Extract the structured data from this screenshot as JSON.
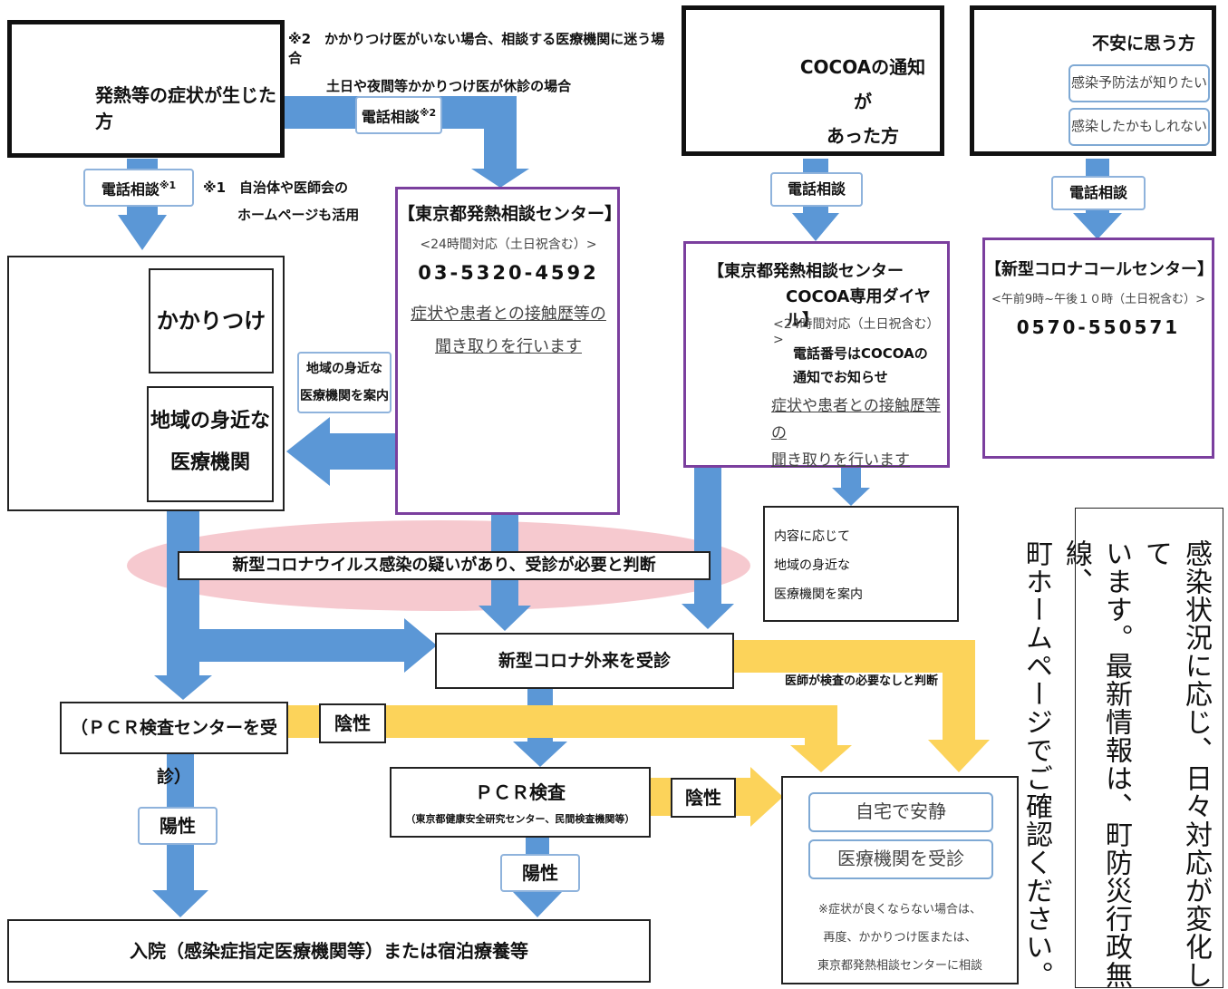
{
  "colors": {
    "blue_arrow": "#5b97d6",
    "yellow_arrow": "#fcd35a",
    "purple": "#7b3f9e",
    "pink_ellipse": "#f6c9cf"
  },
  "icons": {
    "sick_person": "sick-person-illustration",
    "clinic": "clinic-doctor-illustration",
    "operator": "call-operator-illustration",
    "phone_user": "phone-user-illustration",
    "worried": "worried-person-illustration",
    "hospital": "hospital-building-illustration",
    "headset": "headset-operator-illustration"
  },
  "note2": {
    "mark": "※2",
    "line1": "かかりつけ医がいない場合、相談する医療機関に迷う場合",
    "line2": "土日や夜間等かかりつけ医が休診の場合"
  },
  "note1": {
    "mark": "※1",
    "line1": "自治体や医師会の",
    "line2": "ホームページも活用"
  },
  "fever_box": {
    "title": "発熱等の症状が生じた方"
  },
  "cocoa_box": {
    "line1": "COCOAの通知が",
    "line2": "あった方"
  },
  "anxious_box": {
    "title": "不安に思う方",
    "option1": "感染予防法が知りたい",
    "option2": "感染したかもしれない"
  },
  "phone_labels": {
    "consult2": "電話相談",
    "consult2_mark": "※2",
    "consult1": "電話相談",
    "consult1_mark": "※1",
    "consult_cocoa": "電話相談",
    "consult_anxious": "電話相談"
  },
  "clinic_box": {
    "family_doctor": "かかりつけ医",
    "local_line1": "地域の身近な",
    "local_line2": "医療機関"
  },
  "guide_label": {
    "line1": "地域の身近な",
    "line2": "医療機関を案内"
  },
  "tokyo_center": {
    "title": "【東京都発熱相談センター】",
    "hours": "<24時間対応（土日祝含む）>",
    "phone": "03-5320-4592",
    "desc1": "症状や患者との接触歴等の",
    "desc2": "聞き取りを行います"
  },
  "cocoa_center": {
    "title1": "【東京都発熱相談センター",
    "title2": "COCOA専用ダイヤル】",
    "hours": "<24時間対応（土日祝含む）>",
    "note1": "電話番号はCOCOAの",
    "note2": "通知でお知らせ",
    "desc1": "症状や患者との接触歴等の",
    "desc2": "聞き取りを行います"
  },
  "call_center": {
    "title": "【新型コロナコールセンター】",
    "hours": "<午前9時~午後１０時（土日祝含む）>",
    "phone": "0570-550571"
  },
  "guide_hospital": {
    "line1": "内容に応じて",
    "line2": "地域の身近な",
    "line3": "医療機関を案内"
  },
  "suspect_banner": "新型コロナウイルス感染の疑いがあり、受診が必要と判断",
  "outpatient": "新型コロナ外来を受診",
  "doctor_note": "医師が検査の必要なしと判断",
  "pcr_center": "（ＰＣＲ検査センターを受診）",
  "pcr_test": {
    "title": "ＰＣＲ検査",
    "sub": "（東京都健康安全研究センター、民間検査機関等）"
  },
  "result": {
    "negative1": "陰性",
    "negative2": "陰性",
    "positive1": "陽性",
    "positive2": "陽性"
  },
  "home_box": {
    "rest": "自宅で安静",
    "visit": "医療機関を受診",
    "note1": "※症状が良くならない場合は、",
    "note2": "再度、かかりつけ医または、",
    "note3": "東京都発熱相談センターに相談"
  },
  "hospitalize": "入院（感染症指定医療機関等）または宿泊療養等",
  "side_note": {
    "line1": "感染状況に応じ、日々対応が変化して",
    "line2": "います。最新情報は、町防災行政無線、",
    "line3": "町ホームページでご確認ください。"
  }
}
